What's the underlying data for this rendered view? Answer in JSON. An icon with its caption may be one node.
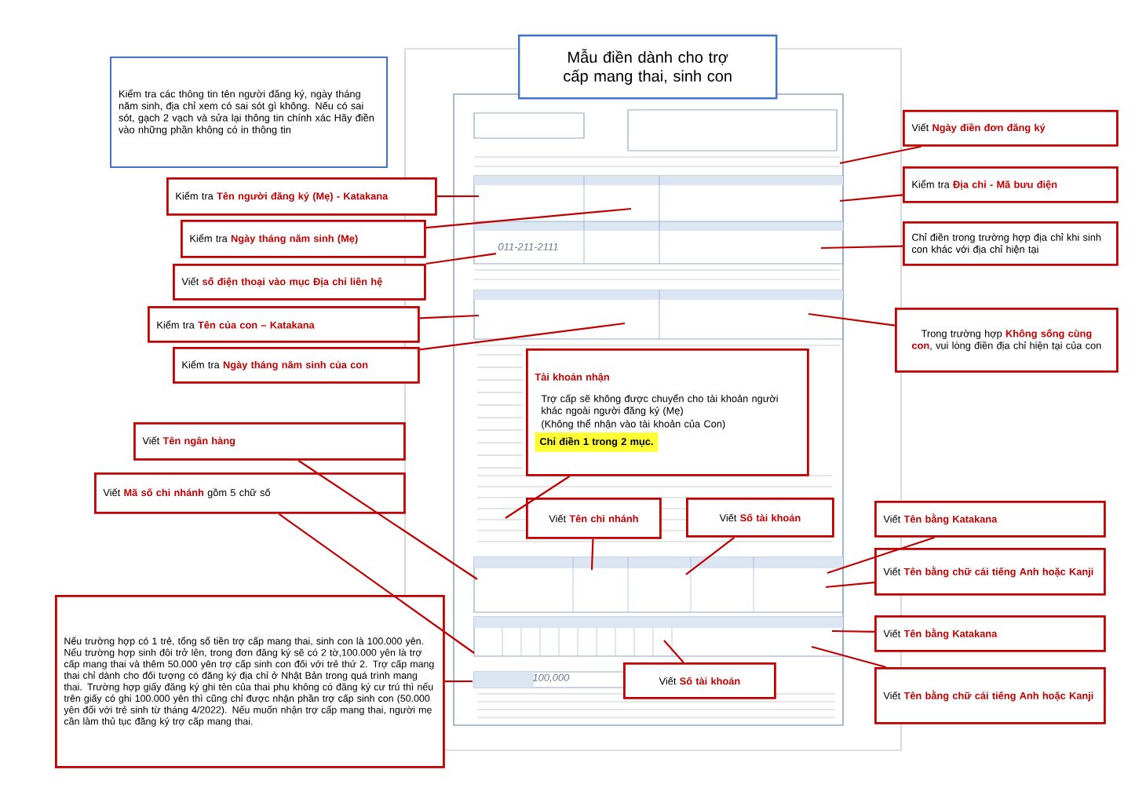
{
  "diagram": {
    "nodes": [
      {
        "text": [
          "Mẫu điền dành cho trợ cấp mang thai, sinh con"
        ]
      },
      {
        "text": [
          "Kiểm tra các thông tin tên người đăng ký, ngày tháng năm sinh, địa chỉ xem có sai sót gì không. Nếu có sai sót, gạch 2 vạch và sửa lại thông tin chính xác Hãy điền vào những phần không có in thông tin"
        ]
      },
      {
        "text": [
          "Kiểm tra **Tên người đăng ký (Mẹ) - Katakana**"
        ]
      },
      {
        "text": [
          "Kiểm tra **Ngày tháng năm sinh (Mẹ)**"
        ]
      },
      {
        "text": [
          "Viết **số điện thoại vào mục Địa chỉ liên hệ**"
        ]
      },
      {
        "text": [
          "Kiểm tra **Tên của con – Katakana**"
        ]
      },
      {
        "text": [
          "Kiểm tra **Ngày tháng năm sinh của con**"
        ]
      },
      {
        "text": [
          "Viết **Tên ngân hàng**"
        ]
      },
      {
        "text": [
          "Viết **Mã số chi nhánh** gồm 5 chữ số"
        ]
      },
      {
        "text": [
          "Nếu trường hợp có 1 trẻ, tổng số tiền trợ cấp mang thai, sinh con là 100.000 yên. Nếu trường hợp sinh đôi trở lên, trong đơn đăng ký sẽ có 2 tờ,100.000 yên là trợ cấp mang thai và thêm 50.000 yên trợ cấp sinh con đối với trẻ thứ 2. Trợ cấp mang thai chỉ dành cho đối tượng có đăng ký địa chỉ ở Nhật Bản trong quá trình mang thai. Trường hợp giấy đăng ký ghi tên của thai phụ không có đăng ký cư trú thì nếu trên giấy có ghi 100.000 yên thì cũng chỉ được nhận phần trợ cấp sinh con (50.000 yên đối với trẻ sinh từ tháng 4/2022). Nếu muốn nhận trợ cấp mang thai, người mẹ cần làm thủ tục đăng ký trợ cấp mang thai."
        ]
      },
      {
        "text": [
          "Viết **Ngày điền đơn đăng ký**"
        ]
      },
      {
        "text": [
          "Kiểm tra **Địa chỉ - Mã bưu điện**"
        ]
      },
      {
        "text": [
          "Chỉ điền trong trường hợp địa chỉ khi sinh con khác với địa chỉ hiện tại"
        ]
      },
      {
        "text": [
          "Trong trường hợp **Không sống cùng con**, vui lòng điền địa chỉ hiện tại của con"
        ]
      },
      {
        "text": [
          "Tài khoản nhận",
          "Trợ cấp sẽ không được chuyển cho tài khoản người khác ngoài người đăng ký (Mẹ)",
          "(Không thể nhận vào tài khoản của Con)",
          "Chỉ điền 1 trong 2 mục."
        ]
      },
      {
        "text": [
          "Viết **Tên chi nhánh**"
        ]
      },
      {
        "text": [
          "Viết **Số tài khoản**"
        ]
      },
      {
        "text": [
          "Viết **Tên bằng Katakana**"
        ]
      },
      {
        "text": [
          "Viết **Tên bằng chữ cái tiếng Anh hoặc Kanji**"
        ]
      },
      {
        "text": [
          "Viết **Tên bằng Katakana**"
        ]
      },
      {
        "text": [
          "Viết **Tên bằng chữ cái tiếng Anh hoặc Kanji**"
        ]
      },
      {
        "text": [
          "Viết **Số tài khoản**"
        ]
      },
      {
        "text": [
          "011-211-2111"
        ]
      }
    ],
    "edges": [
      {
        "from": 2,
        "to": null,
        "arrow": "none"
      },
      {
        "from": 3,
        "to": null,
        "arrow": "none"
      },
      {
        "from": 4,
        "to": 22,
        "arrow": "none"
      },
      {
        "from": 5,
        "to": null,
        "arrow": "none"
      },
      {
        "from": 6,
        "to": null,
        "arrow": "none"
      },
      {
        "from": 7,
        "to": null,
        "arrow": "none"
      },
      {
        "from": 8,
        "to": null,
        "arrow": "none"
      },
      {
        "from": 9,
        "to": null,
        "arrow": "none"
      },
      {
        "from": 10,
        "to": null,
        "arrow": "none"
      },
      {
        "from": 11,
        "to": null,
        "arrow": "none"
      },
      {
        "from": 12,
        "to": null,
        "arrow": "none"
      },
      {
        "from": 13,
        "to": null,
        "arrow": "none"
      },
      {
        "from": 14,
        "to": null,
        "arrow": "none"
      },
      {
        "from": 15,
        "to": null,
        "arrow": "none"
      },
      {
        "from": 16,
        "to": null,
        "arrow": "none"
      },
      {
        "from": 17,
        "to": null,
        "arrow": "none"
      },
      {
        "from": 18,
        "to": null,
        "arrow": "none"
      },
      {
        "from": 19,
        "to": null,
        "arrow": "none"
      },
      {
        "from": 20,
        "to": null,
        "arrow": "none"
      },
      {
        "from": 21,
        "to": null,
        "arrow": "none"
      }
    ],
    "labels": [
      "100,000"
    ]
  }
}
